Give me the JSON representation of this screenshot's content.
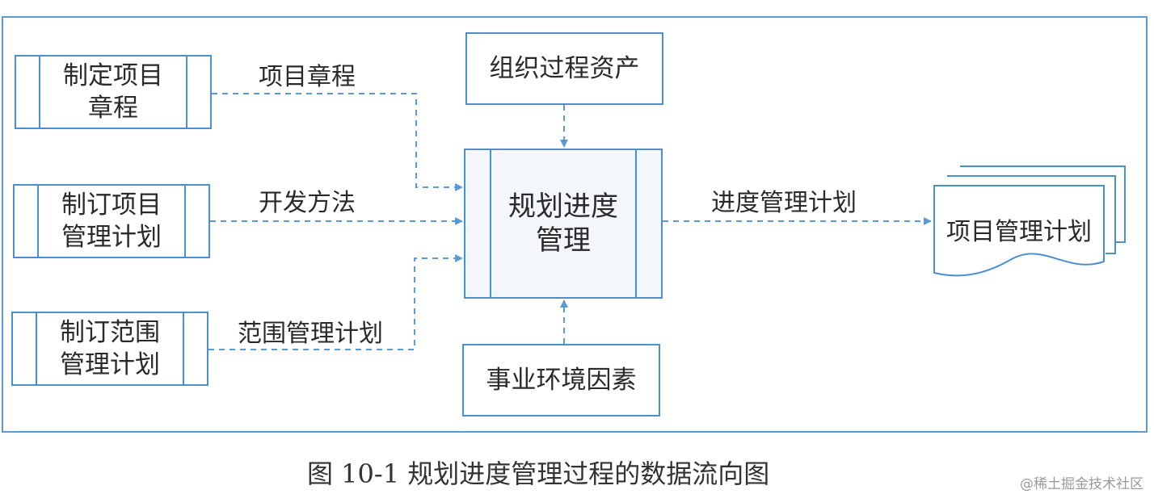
{
  "nodes": {
    "charter_process": {
      "line1": "制定项目",
      "line2": "章程"
    },
    "pm_plan_process": {
      "line1": "制订项目",
      "line2": "管理计划"
    },
    "scope_plan_process": {
      "line1": "制订范围",
      "line2": "管理计划"
    },
    "org_assets": "组织过程资产",
    "central_process": {
      "line1": "规划进度",
      "line2": "管理"
    },
    "env_factors": "事业环境因素",
    "output_document": "项目管理计划"
  },
  "edges": {
    "charter": "项目章程",
    "dev_method": "开发方法",
    "scope_plan": "范围管理计划",
    "schedule_plan": "进度管理计划"
  },
  "caption": "图 10-1    规划进度管理过程的数据流向图",
  "watermark": "@稀土掘金技术社区",
  "colors": {
    "border": "#4a8fd0",
    "arrow": "#5b9bd5",
    "center_fill": "#f3f6fa"
  }
}
